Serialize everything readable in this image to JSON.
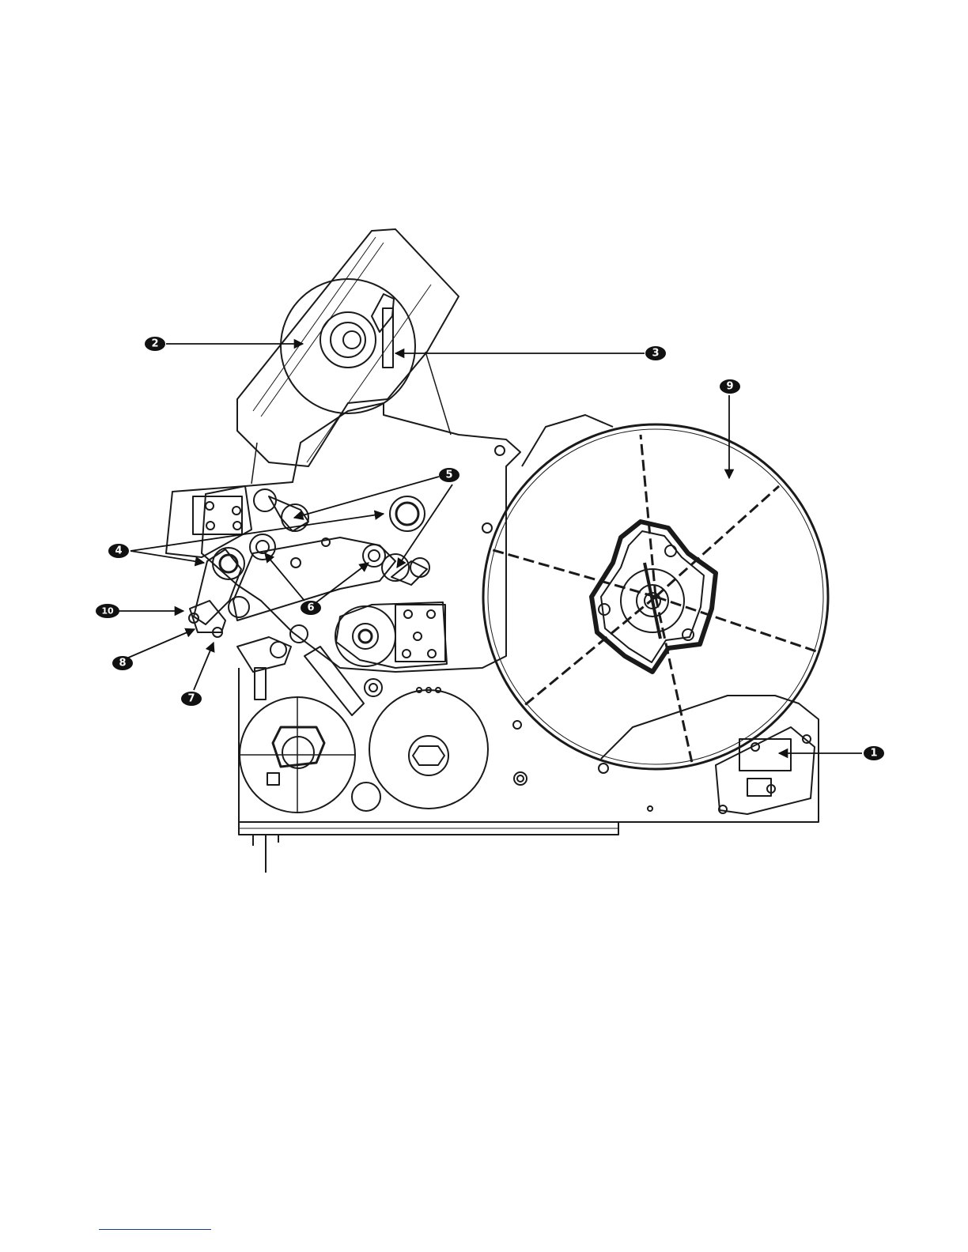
{
  "callouts": [
    {
      "id": "1",
      "label": "1"
    },
    {
      "id": "2",
      "label": "2"
    },
    {
      "id": "3",
      "label": "3"
    },
    {
      "id": "4",
      "label": "4"
    },
    {
      "id": "5",
      "label": "5"
    },
    {
      "id": "6",
      "label": "6"
    },
    {
      "id": "7",
      "label": "7"
    },
    {
      "id": "8",
      "label": "8"
    },
    {
      "id": "9",
      "label": "9"
    },
    {
      "id": "10",
      "label": "10"
    }
  ],
  "colors": {
    "line": "#1a1a1a",
    "badge": "#111111",
    "footer_rule": "#1a3a8a"
  }
}
